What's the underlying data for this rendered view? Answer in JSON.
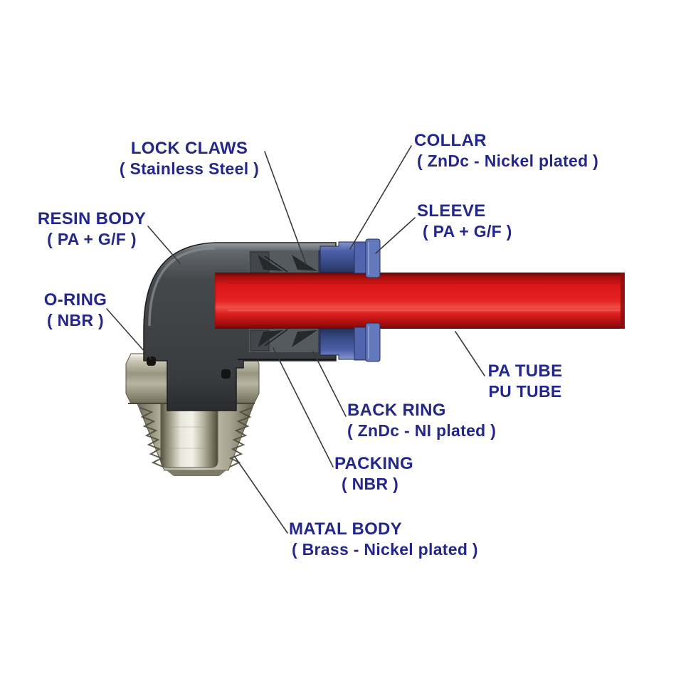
{
  "labels": [
    {
      "id": "lock-claws",
      "line1": "LOCK CLAWS",
      "line2": "( Stainless Steel )"
    },
    {
      "id": "collar",
      "line1": "COLLAR",
      "line2": "( ZnDc - Nickel plated )"
    },
    {
      "id": "sleeve",
      "line1": "SLEEVE",
      "line2": "( PA + G/F )"
    },
    {
      "id": "resin-body",
      "line1": "RESIN BODY",
      "line2": "( PA + G/F )"
    },
    {
      "id": "o-ring",
      "line1": "O-RING",
      "line2": "( NBR )"
    },
    {
      "id": "pa-tube",
      "line1": "PA TUBE",
      "line2": "PU TUBE"
    },
    {
      "id": "back-ring",
      "line1": "BACK RING",
      "line2": "( ZnDc - NI plated )"
    },
    {
      "id": "packing",
      "line1": "PACKING",
      "line2": "( NBR )"
    },
    {
      "id": "matal-body",
      "line1": "MATAL BODY",
      "line2": "( Brass - Nickel plated )"
    }
  ],
  "colors": {
    "label_text": "#23278c",
    "leader_line": "#3a3a3a",
    "tube_red": "#e01c1c",
    "tube_red_dark": "#7a0909",
    "resin_body_dark": "#3c3f42",
    "resin_body_highlight": "#8d9296",
    "metal_light": "#e9e8df",
    "metal_mid": "#aaa792",
    "metal_dark": "#6b6856",
    "collar_blue": "#3d4f96",
    "sleeve_blue": "#6478bd",
    "oring_black": "#141414"
  }
}
